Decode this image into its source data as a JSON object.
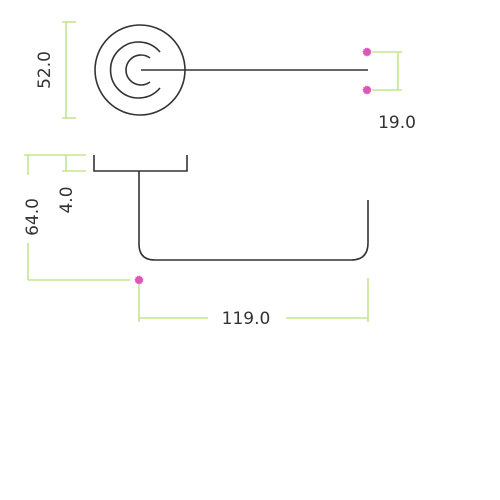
{
  "colors": {
    "line": "#333333",
    "dimension": "#b6e07a",
    "point": "#e055b8",
    "background": "#ffffff"
  },
  "dimensions": {
    "rose_height": "52.0",
    "lever_tip": "19.0",
    "rose_thickness": "4.0",
    "projection": "64.0",
    "lever_length": "119.0"
  }
}
